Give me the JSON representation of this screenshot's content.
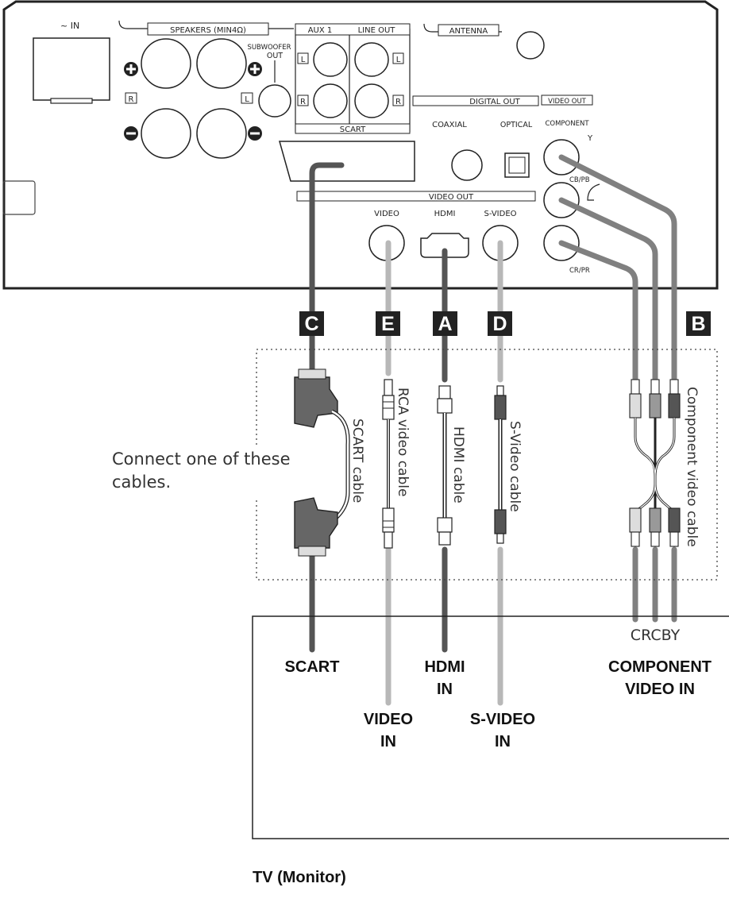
{
  "panel": {
    "ac_in": "~ IN",
    "speakers": "SPEAKERS (MIN4Ω)",
    "subwoofer_out": [
      "SUBWOOFER",
      "OUT"
    ],
    "aux1": "AUX 1",
    "line_out": "LINE OUT",
    "antenna": "ANTENNA",
    "scart_label": "SCART",
    "digital_out": "DIGITAL OUT",
    "coaxial": "COAXIAL",
    "optical": "OPTICAL",
    "video_out_box": "VIDEO OUT",
    "component": "COMPONENT",
    "y": "Y",
    "cb_pb": "CB/PB",
    "cr_pr": "CR/PR",
    "video_out_bar": "VIDEO OUT",
    "video": "VIDEO",
    "hdmi": "HDMI",
    "svideo": "S-VIDEO",
    "L": "L",
    "R": "R"
  },
  "badges": {
    "c": "C",
    "e": "E",
    "a": "A",
    "d": "D",
    "b": "B"
  },
  "cables": {
    "scart": "SCART cable",
    "rca": "RCA video cable",
    "hdmi": "HDMI cable",
    "svideo": "S-Video cable",
    "component": "Component video cable"
  },
  "instruction": [
    "Connect one of these",
    "cables."
  ],
  "tv": {
    "scart_in": "SCART",
    "video_in": [
      "VIDEO",
      "IN"
    ],
    "hdmi_in": [
      "HDMI",
      "IN"
    ],
    "svideo_in": [
      "S-VIDEO",
      "IN"
    ],
    "component_letters": "CRCBY",
    "component_in": [
      "COMPONENT",
      "VIDEO IN"
    ],
    "title": "TV (Monitor)"
  },
  "colors": {
    "dark_cable": "#555555",
    "light_cable": "#b8b8b8",
    "mid_cable": "#808080",
    "badge": "#222222"
  }
}
